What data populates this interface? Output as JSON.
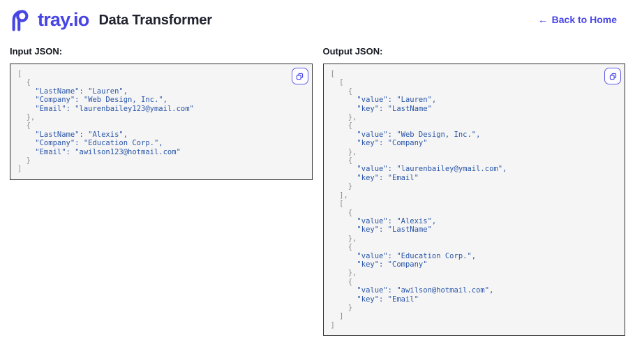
{
  "header": {
    "logo_text": "tray.io",
    "title": "Data Transformer",
    "back_link_label": "Back to Home"
  },
  "icons": {
    "back_arrow_glyph": "←",
    "copy_icon_shape": "two-overlapping-rounded-squares",
    "logo_icon_shape": "tray-knot-loop"
  },
  "colors": {
    "brand": "#4845e5",
    "title_text": "#20222e",
    "json_string": "#2a56a8",
    "json_punctuation": "#8e8e8e",
    "panel_background": "#f5f5f5",
    "panel_border": "#2e2e2e"
  },
  "input_panel": {
    "label": "Input JSON:",
    "json": [
      {
        "LastName": "Lauren",
        "Company": "Web Design, Inc.",
        "Email": "laurenbailey123@ymail.com"
      },
      {
        "LastName": "Alexis",
        "Company": "Education Corp.",
        "Email": "awilson123@hotmail.com"
      }
    ]
  },
  "output_panel": {
    "label": "Output JSON:",
    "json": [
      [
        {
          "value": "Lauren",
          "key": "LastName"
        },
        {
          "value": "Web Design, Inc.",
          "key": "Company"
        },
        {
          "value": "laurenbailey@ymail.com",
          "key": "Email"
        }
      ],
      [
        {
          "value": "Alexis",
          "key": "LastName"
        },
        {
          "value": "Education Corp.",
          "key": "Company"
        },
        {
          "value": "awilson@hotmail.com",
          "key": "Email"
        }
      ]
    ]
  }
}
